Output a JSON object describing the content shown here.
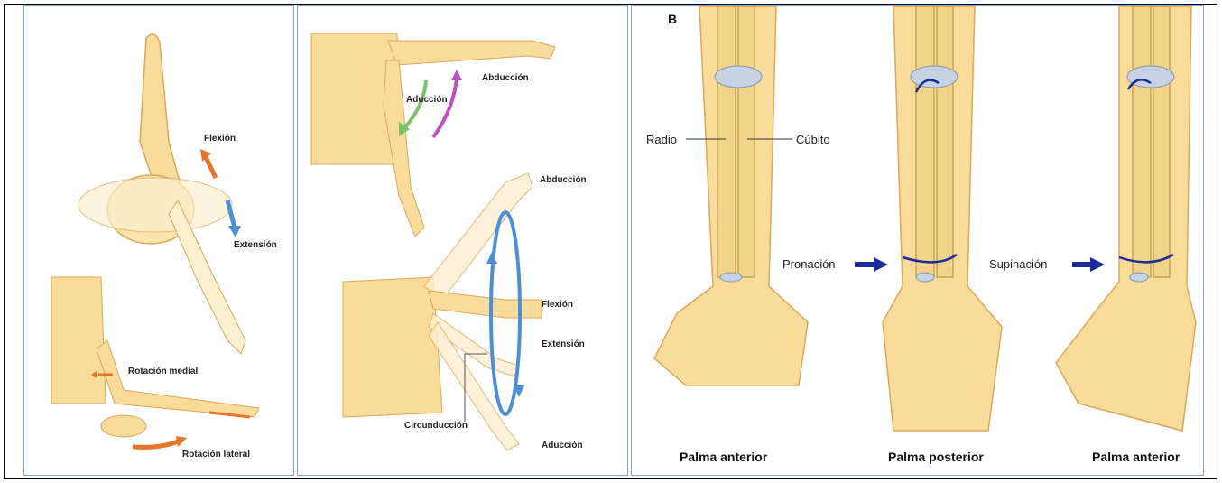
{
  "panel1": {
    "flexion": "Flexión",
    "extension": "Extensión",
    "rot_medial": "Rotación medial",
    "rot_lateral": "Rotación lateral"
  },
  "panel2": {
    "abduccion_top": "Abducción",
    "aduccion_top": "Aducción",
    "abduccion": "Abducción",
    "flexion": "Flexión",
    "extension": "Extensión",
    "circunduccion": "Circunducción",
    "aduccion": "Aducción"
  },
  "panel3": {
    "letter": "B",
    "radio": "Radio",
    "cubito": "Cúbito",
    "pronacion": "Pronación",
    "supinacion": "Supinación",
    "caption1": "Palma anterior",
    "caption2": "Palma posterior",
    "caption3": "Palma anterior"
  },
  "colors": {
    "skin": "#f9dc9a",
    "skin_stroke": "#d9a85a",
    "bone": "#efd48a",
    "cartilage": "#c7d3e3",
    "orange_arrow": "#e8742a",
    "blue_arrow": "#4a90d9",
    "green_arrow": "#7ac36a",
    "purple_arrow": "#c04fc7",
    "navy_arrow": "#1a2b9c",
    "panel_border": "#7fa4cf"
  }
}
